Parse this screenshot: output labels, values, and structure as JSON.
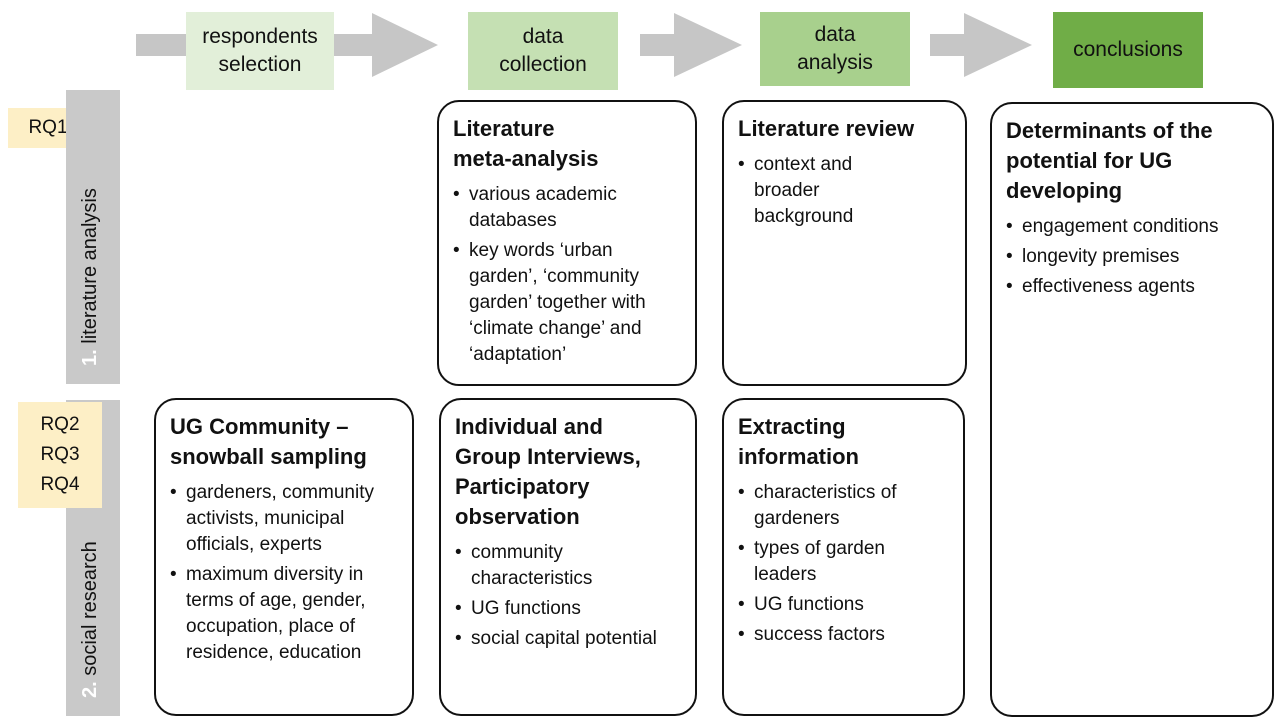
{
  "stages": [
    {
      "lines": [
        "respondents",
        "selection"
      ],
      "color": "#e2efd9"
    },
    {
      "lines": [
        "data",
        "collection"
      ],
      "color": "#c5e0b3"
    },
    {
      "lines": [
        "data",
        "analysis"
      ],
      "color": "#a8d08d"
    },
    {
      "lines": [
        "conclusions"
      ],
      "color": "#70ad47"
    }
  ],
  "rows": [
    {
      "rq": [
        "RQ1"
      ],
      "num": "1.",
      "label": "literature analysis"
    },
    {
      "rq": [
        "RQ2",
        "RQ3",
        "RQ4"
      ],
      "num": "2.",
      "label": "social research"
    }
  ],
  "cards": {
    "lit_meta": {
      "title": [
        "Literature",
        "meta-analysis"
      ],
      "items": [
        "various academic databases",
        "key words ‘urban garden’, ‘community garden’ together with ‘climate change’ and ‘adaptation’"
      ]
    },
    "lit_review": {
      "title": [
        "Literature review"
      ],
      "items": [
        "context and broader background"
      ]
    },
    "determinants": {
      "title": [
        "Determinants of the",
        "potential for UG",
        "developing"
      ],
      "items": [
        "engagement conditions",
        "longevity premises",
        "effectiveness agents"
      ]
    },
    "ug_community": {
      "title": [
        "UG Community –",
        "snowball sampling"
      ],
      "items": [
        "gardeners, community activists, municipal officials, experts",
        "maximum diversity in terms of age, gender, occupation, place of residence, education"
      ]
    },
    "interviews": {
      "title": [
        "Individual and",
        "Group Interviews,",
        "Participatory",
        "observation"
      ],
      "items": [
        "community characteristics",
        "UG functions",
        "social capital potential"
      ]
    },
    "extracting": {
      "title": [
        "Extracting",
        "information"
      ],
      "items": [
        "characteristics of gardeners",
        "types of garden leaders",
        "UG functions",
        "success factors"
      ]
    }
  },
  "colors": {
    "arrow": "#c6c6c6",
    "rq_fill": "#fdefc6",
    "row_bar": "#c9c9c9"
  },
  "icons": {
    "arrow": "right-arrow-icon"
  }
}
